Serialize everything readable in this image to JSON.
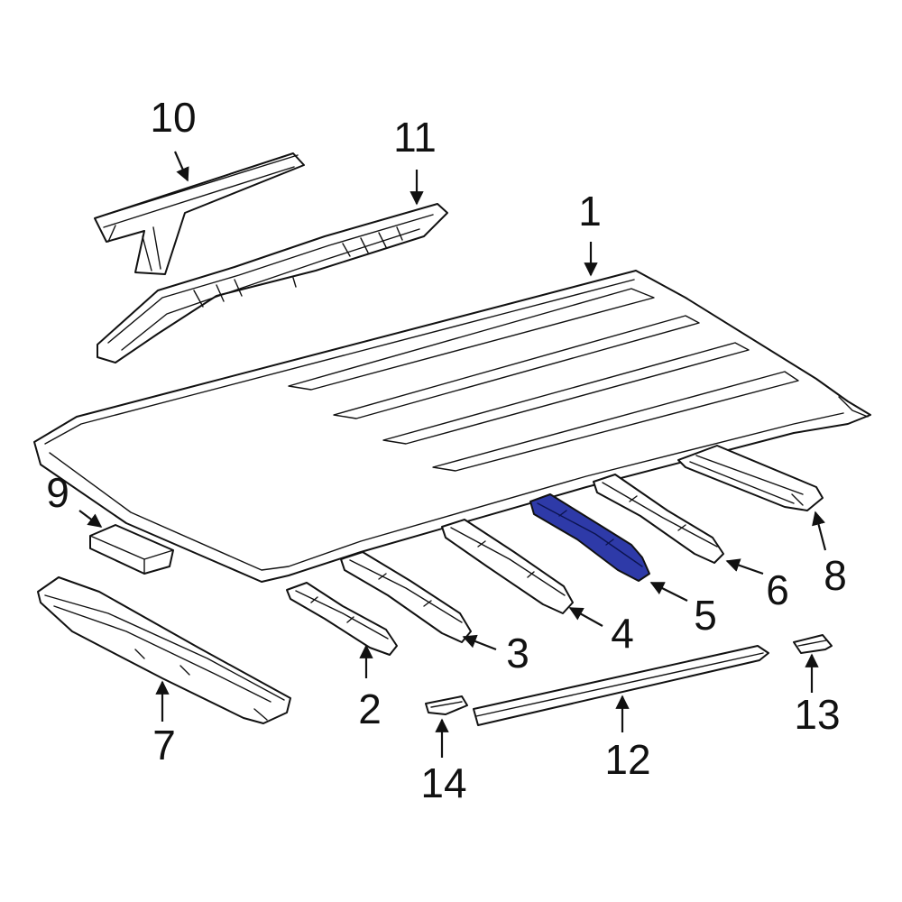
{
  "callouts": {
    "c1": "1",
    "c2": "2",
    "c3": "3",
    "c4": "4",
    "c5": "5",
    "c6": "6",
    "c7": "7",
    "c8": "8",
    "c9": "9",
    "c10": "10",
    "c11": "11",
    "c12": "12",
    "c13": "13",
    "c14": "14"
  },
  "colors": {
    "highlight_part": "#2e3aa8",
    "line": "#111111",
    "background": "#ffffff"
  },
  "highlighted_callout": "5"
}
